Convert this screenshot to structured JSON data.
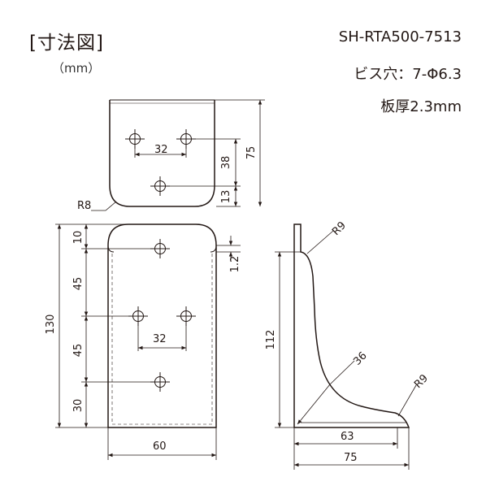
{
  "header": {
    "title": "[寸法図]",
    "unit": "（mm）",
    "part_number": "SH-RTA500-7513",
    "screw_holes": "ビス穴：7-Φ6.3",
    "thickness": "板厚2.3mm"
  },
  "dimensions": {
    "top_view": {
      "hole_pitch": "32",
      "height_38": "38",
      "height_13": "13",
      "total_75": "75",
      "radius": "R8"
    },
    "front_view": {
      "d10": "10",
      "d45a": "45",
      "d45b": "45",
      "d30": "30",
      "total_130": "130",
      "hole_pitch": "32",
      "width_60": "60",
      "d12": "1.2"
    },
    "side_view": {
      "radius_top": "R9",
      "height_112": "112",
      "d36": "36",
      "radius_bottom": "R9",
      "d63": "63",
      "d75": "75"
    }
  }
}
